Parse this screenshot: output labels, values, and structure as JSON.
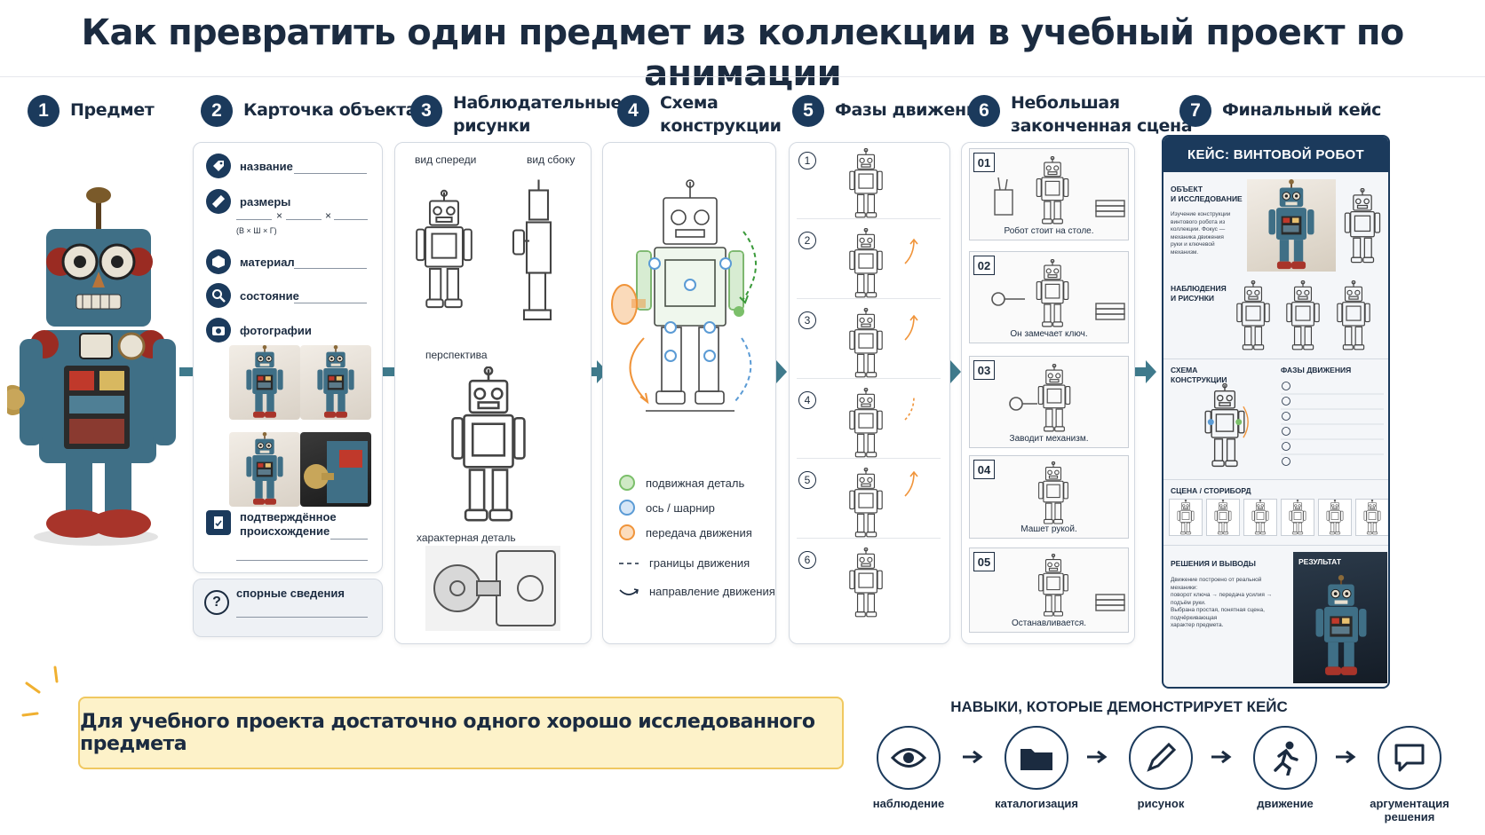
{
  "title": "Как превратить один предмет из коллекции в учебный проект по анимации",
  "steps": [
    {
      "num": "1",
      "label": "Предмет"
    },
    {
      "num": "2",
      "label": "Карточка объекта"
    },
    {
      "num": "3",
      "label": "Наблюдательные\nрисунки"
    },
    {
      "num": "4",
      "label": "Схема\nконструкции"
    },
    {
      "num": "5",
      "label": "Фазы движения"
    },
    {
      "num": "6",
      "label": "Небольшая\nзаконченная сцена"
    },
    {
      "num": "7",
      "label": "Финальный кейс"
    }
  ],
  "object_card": {
    "name": "название",
    "sizes": "размеры",
    "sizes_sep": "×",
    "sizes_hint": "(В × Ш × Г)",
    "material": "материал",
    "condition": "состояние",
    "photos": "фотографии",
    "provenance": "подтверждённое\nпроисхождение",
    "disputed": "спорные сведения",
    "disputed_mark": "?"
  },
  "drawings": {
    "front": "вид спереди",
    "side": "вид сбоку",
    "perspective": "перспектива",
    "detail": "характерная деталь"
  },
  "legend": [
    {
      "label": "подвижная деталь",
      "color": "#7bbf6a"
    },
    {
      "label": "ось / шарнир",
      "color": "#5b9bd5"
    },
    {
      "label": "передача движения",
      "color": "#f0943a"
    },
    {
      "label": "границы движения",
      "color": "#1b2b40"
    },
    {
      "label": "направление движения",
      "color": "#1b2b40"
    }
  ],
  "phases": [
    "1",
    "2",
    "3",
    "4",
    "5",
    "6"
  ],
  "scenes": [
    {
      "num": "01",
      "caption": "Робот стоит на столе."
    },
    {
      "num": "02",
      "caption": "Он замечает ключ."
    },
    {
      "num": "03",
      "caption": "Заводит механизм."
    },
    {
      "num": "04",
      "caption": "Машет рукой."
    },
    {
      "num": "05",
      "caption": "Останавливается."
    }
  ],
  "final_case": {
    "header": "КЕЙС: ВИНТОВОЙ РОБОТ",
    "object_label": "ОБЪЕКТ\nИ ИССЛЕДОВАНИЕ",
    "object_text": "Изучение конструкции\nвинтового робота из\nколлекции. Фокус —\nмеханика движения\nруки и ключевой\nмеханизм.",
    "drawings_label": "НАБЛЮДЕНИЯ\nИ РИСУНКИ",
    "scheme_label": "СХЕМА\nКОНСТРУКЦИИ",
    "phases_label": "ФАЗЫ ДВИЖЕНИЯ",
    "scene_label": "СЦЕНА / СТОРИБОРД",
    "conclusions_label": "РЕШЕНИЯ И ВЫВОДЫ",
    "conclusions_text": "Движение построено от реальной механики:\nповорот ключа → передача усилия → подъём руки.\nВыбрана простая, понятная сцена, подчёркивающая\nхарактер предмета.",
    "result_label": "РЕЗУЛЬТАТ"
  },
  "note": "Для учебного проекта достаточно одного хорошо исследованного предмета",
  "skills_title": "НАВЫКИ, КОТОРЫЕ ДЕМОНСТРИРУЕТ КЕЙС",
  "skills": [
    {
      "label": "наблюдение",
      "icon": "eye-icon"
    },
    {
      "label": "каталогизация",
      "icon": "folder-icon"
    },
    {
      "label": "рисунок",
      "icon": "pencil-icon"
    },
    {
      "label": "движение",
      "icon": "running-person-icon"
    },
    {
      "label": "аргументация\nрешения",
      "icon": "speech-bubble-icon"
    }
  ],
  "colors": {
    "navy": "#1b3a5c",
    "note_bg": "#fdf2c9",
    "note_border": "#f0c860",
    "arrow": "#3f7a8c"
  }
}
